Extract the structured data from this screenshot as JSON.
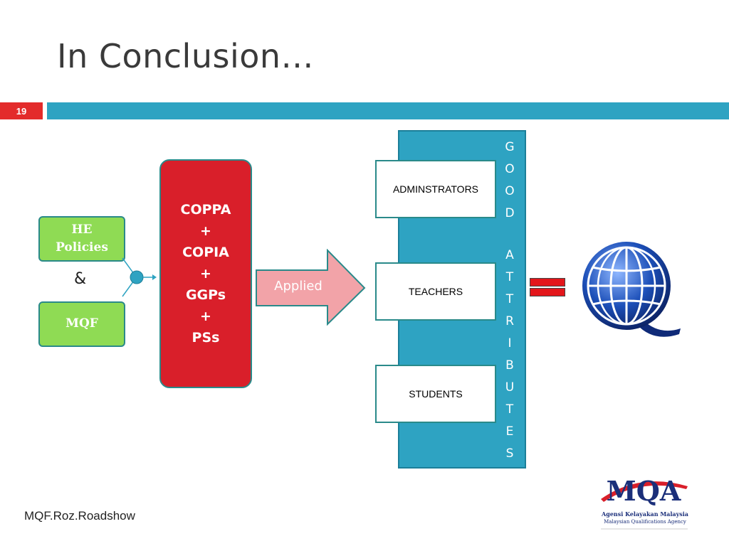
{
  "slide": {
    "title": "In Conclusion…",
    "number": "19",
    "footer": "MQF.Roz.Roadshow"
  },
  "inputs": {
    "he_policies": [
      "HE",
      "Policies"
    ],
    "ampersand": "&",
    "mqf": "MQF"
  },
  "codes": [
    "COPPA",
    "+",
    "COPIA",
    "+",
    "GGPs",
    "+",
    "PSs"
  ],
  "arrow_label": "Applied",
  "roles": [
    "ADMINSTRATORS",
    "TEACHERS",
    "STUDENTS"
  ],
  "good_letters": [
    "G",
    "O",
    "O",
    "D"
  ],
  "attributes_letters": [
    "A",
    "T",
    "T",
    "R",
    "I",
    "B",
    "U",
    "T",
    "E",
    "S"
  ],
  "logo": {
    "wordmark": "MQA",
    "name_ms": "Agensi Kelayakan Malaysia",
    "name_en": "Malaysian Qualifications Agency"
  },
  "colors": {
    "accent_red": "#e32b2b",
    "accent_teal": "#2ea3c2",
    "box_green": "#8fdb54",
    "box_red": "#d91f2a",
    "arrow_pink": "#f2a3a8"
  },
  "icons": [
    "connector-dot-icon",
    "right-arrow-icon",
    "equals-icon",
    "globe-q-icon",
    "mqa-logo-icon"
  ]
}
